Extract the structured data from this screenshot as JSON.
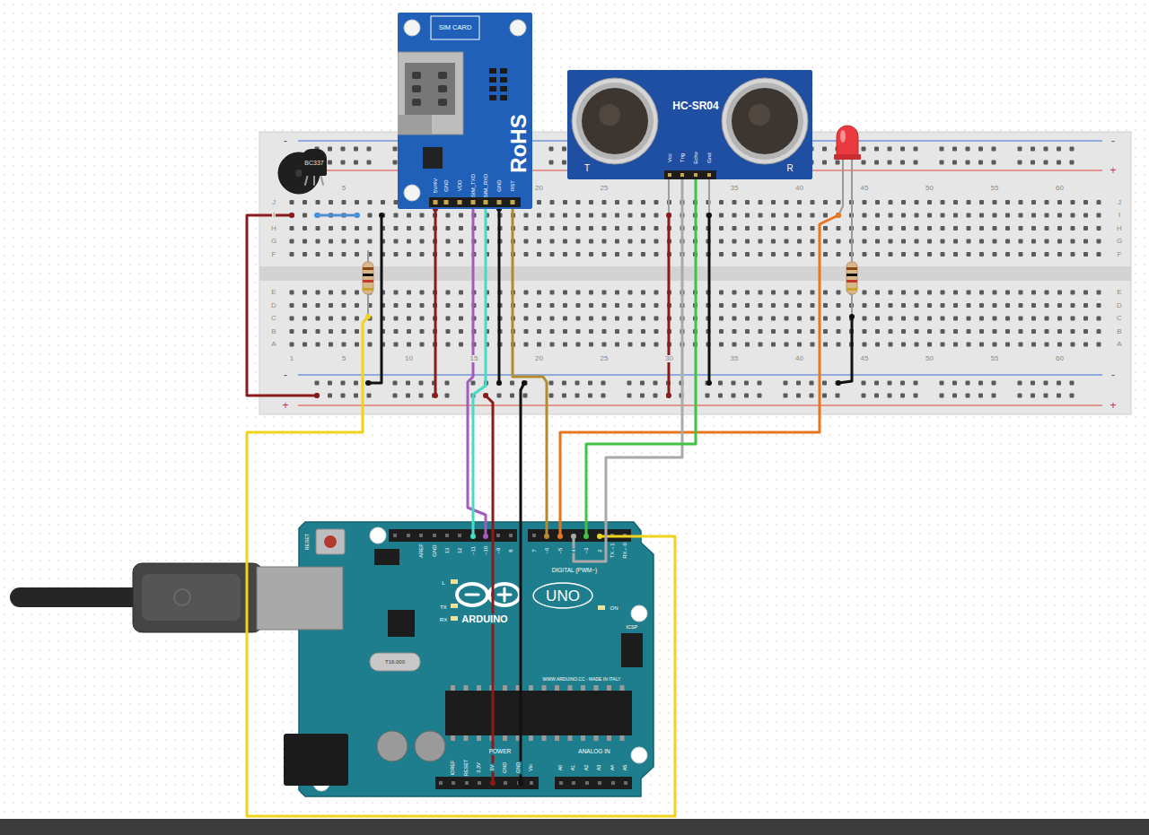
{
  "diagram": {
    "nodes": [
      {
        "text": [
          "SIM CARD",
          "RoHS",
          "5V/4V",
          "GND",
          "VDD",
          "SIM_TXD",
          "SIM_RXD",
          "GND",
          "RST"
        ]
      },
      {
        "text": [
          "HC-SR04",
          "T",
          "R",
          "Vcc",
          "Trig",
          "Echo",
          "Gnd"
        ]
      },
      {
        "text": [
          "BC337"
        ]
      },
      {
        "text": [
          "RESET",
          "AREF",
          "GND",
          "13",
          "12",
          "~11",
          "~10",
          "~9",
          "8",
          "7",
          "~6",
          "~5",
          "4",
          "~3",
          "2",
          "TX→1",
          "RX←0",
          "DIGITAL (PWM~)",
          "L",
          "TX",
          "RX",
          "ARDUINO",
          "UNO",
          "ON",
          "ICSP",
          "T16.000",
          "WWW.ARDUINO.CC - MADE IN ITALY",
          "POWER",
          "ANALOG IN",
          "IOREF",
          "RESET",
          "3.3V",
          "5V",
          "GND",
          "GND",
          "Vin",
          "A0",
          "A1",
          "A2",
          "A3",
          "A4",
          "A5"
        ]
      }
    ],
    "edges": [
      {
        "from": 0,
        "to": 3,
        "arrow": "none"
      },
      {
        "from": 0,
        "to": 3,
        "arrow": "none"
      },
      {
        "from": 0,
        "to": 3,
        "arrow": "none"
      },
      {
        "from": 1,
        "to": 3,
        "arrow": "none"
      },
      {
        "from": 1,
        "to": 3,
        "arrow": "none"
      }
    ],
    "labels": [
      "5",
      "20",
      "25",
      "35",
      "40",
      "45",
      "50",
      "55",
      "60",
      "1",
      "5",
      "10",
      "15",
      "20",
      "25",
      "30",
      "35",
      "40",
      "45",
      "50",
      "55",
      "60",
      "J",
      "I",
      "H",
      "G",
      "F",
      "E",
      "D",
      "C",
      "B",
      "A",
      "J",
      "I",
      "H",
      "G",
      "F",
      "E",
      "D",
      "C",
      "B",
      "A",
      "-",
      "-",
      "+",
      "-",
      "+",
      "-",
      "+"
    ]
  }
}
